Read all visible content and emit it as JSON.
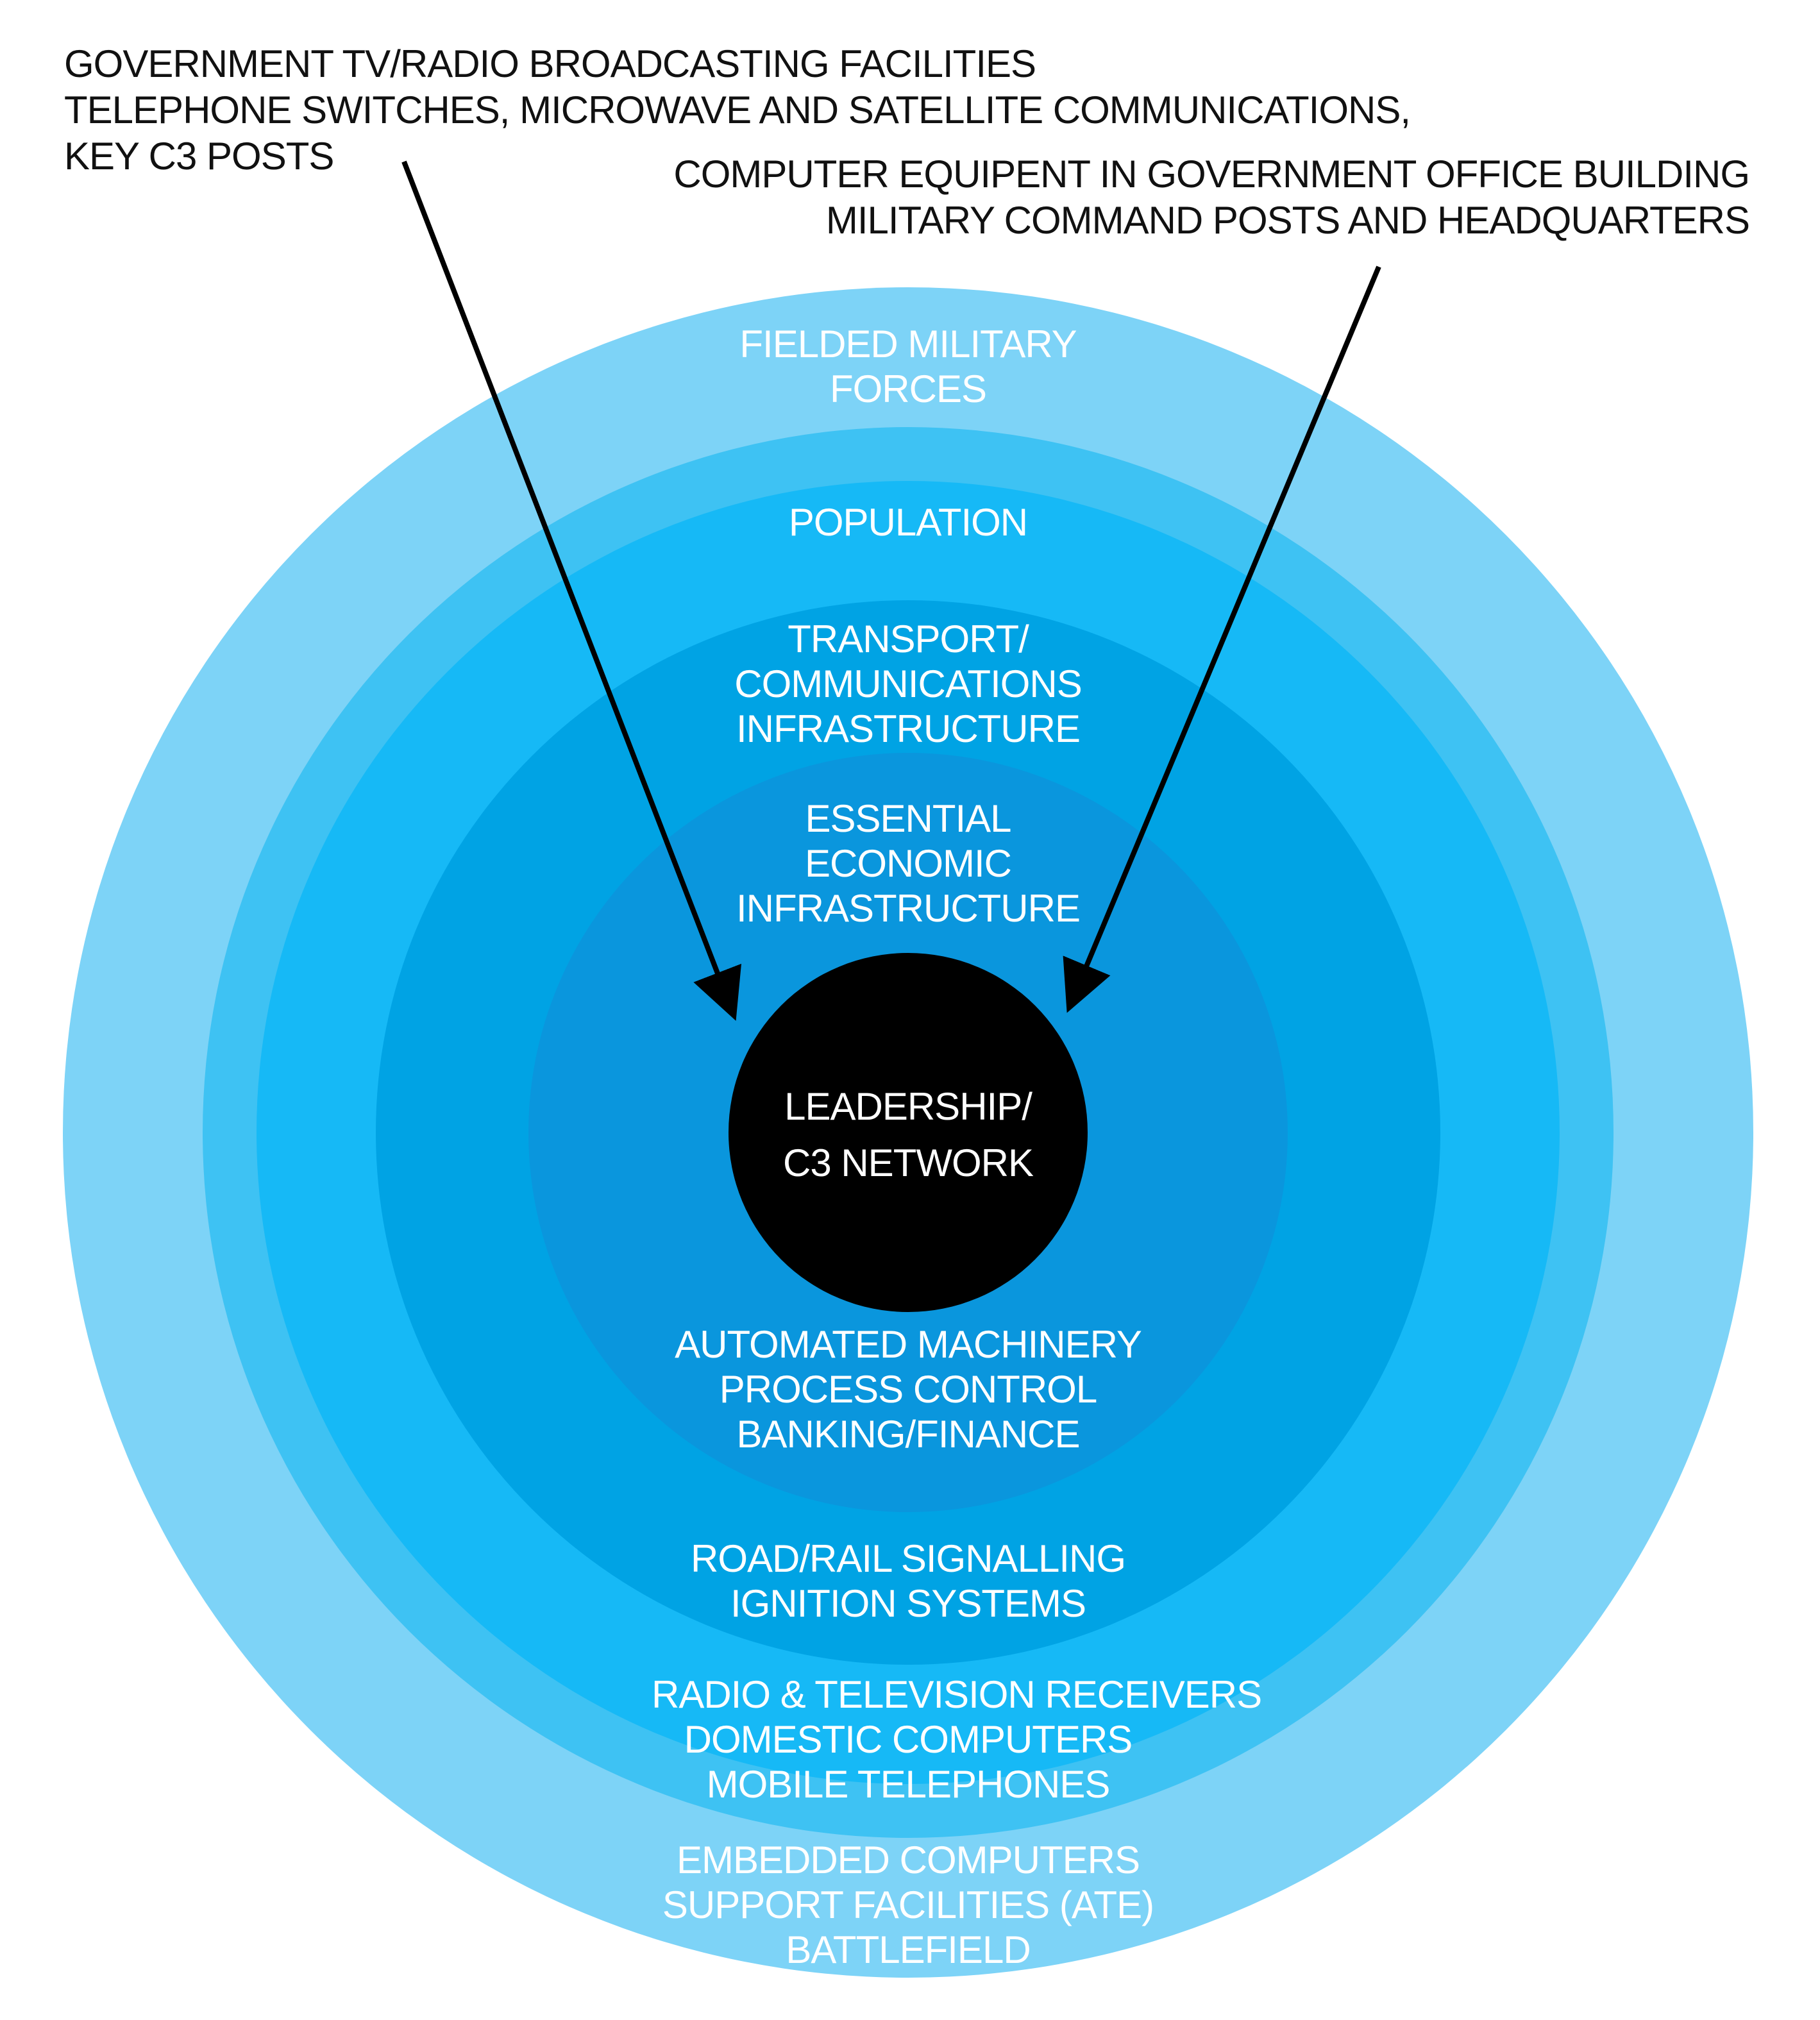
{
  "colors": {
    "ring_outer": "#7dd3f7",
    "ring_2": "#3ec2f3",
    "ring_3": "#16b9f6",
    "ring_4": "#00a3e4",
    "ring_5": "#0a96dd",
    "core": "#000000",
    "arrow": "#000000",
    "label_text": "#ffffff",
    "annotation_text": "#111111"
  },
  "annotations": {
    "left": [
      "GOVERNMENT TV/RADIO BROADCASTING FACILITIES",
      "TELEPHONE SWITCHES, MICROWAVE AND SATELLITE COMMUNICATIONS,",
      "KEY C3 POSTS"
    ],
    "right": [
      "COMPUTER EQUIPENT IN GOVERNMENT OFFICE BUILDING",
      "MILITARY COMMAND POSTS AND HEADQUARTERS"
    ]
  },
  "rings": {
    "fielded_forces": [
      "FIELDED MILITARY",
      "FORCES"
    ],
    "population": [
      "POPULATION"
    ],
    "transport": [
      "TRANSPORT/",
      "COMMUNICATIONS",
      "INFRASTRUCTURE"
    ],
    "essential": [
      "ESSENTIAL",
      "ECONOMIC",
      "INFRASTRUCTURE"
    ],
    "core": [
      "LEADERSHIP/",
      "C3 NETWORK"
    ]
  },
  "examples": {
    "essential": [
      "AUTOMATED MACHINERY",
      "PROCESS CONTROL",
      "BANKING/FINANCE"
    ],
    "transport": [
      "ROAD/RAIL SIGNALLING",
      "IGNITION SYSTEMS"
    ],
    "population": [
      "RADIO & TELEVISION RECEIVERS",
      "DOMESTIC COMPUTERS",
      "MOBILE TELEPHONES"
    ],
    "fielded_forces": [
      "EMBEDDED COMPUTERS",
      "SUPPORT FACILITIES (ATE)",
      "BATTLEFIELD"
    ]
  }
}
